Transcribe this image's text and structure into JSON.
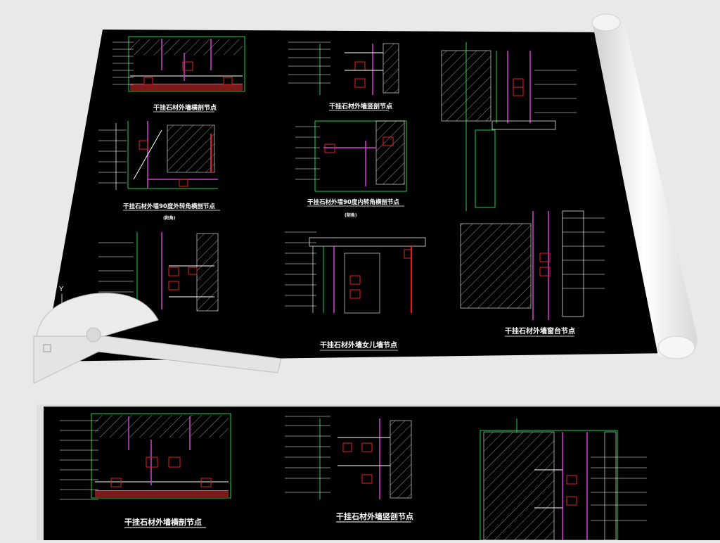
{
  "upper_sheet": {
    "titles": {
      "h_section": "干挂石材外墙横剖节点",
      "v_section": "干挂石材外墙竖剖节点",
      "outer_corner": "干挂石材外墙90度外转角横剖节点",
      "outer_corner_note": "(阳角)",
      "inner_corner": "干挂石材外墙90度内转角横剖节点",
      "inner_corner_note": "(阴角)",
      "parapet": "干挂石材外墙女儿墙节点",
      "windowsill": "干挂石材外墙窗台节点"
    },
    "axis_label": "Y"
  },
  "lower_sheet": {
    "titles": {
      "h_section": "干挂石材外墙横剖节点",
      "v_section": "干挂石材外墙竖剖节点"
    }
  },
  "colors": {
    "background": "#e9e9e9",
    "sheet": "#000000",
    "line_green": "#1fd24a",
    "line_white": "#ffffff",
    "line_magenta": "#d83bd8",
    "line_red": "#e02020",
    "line_yellow": "#d8d820"
  }
}
